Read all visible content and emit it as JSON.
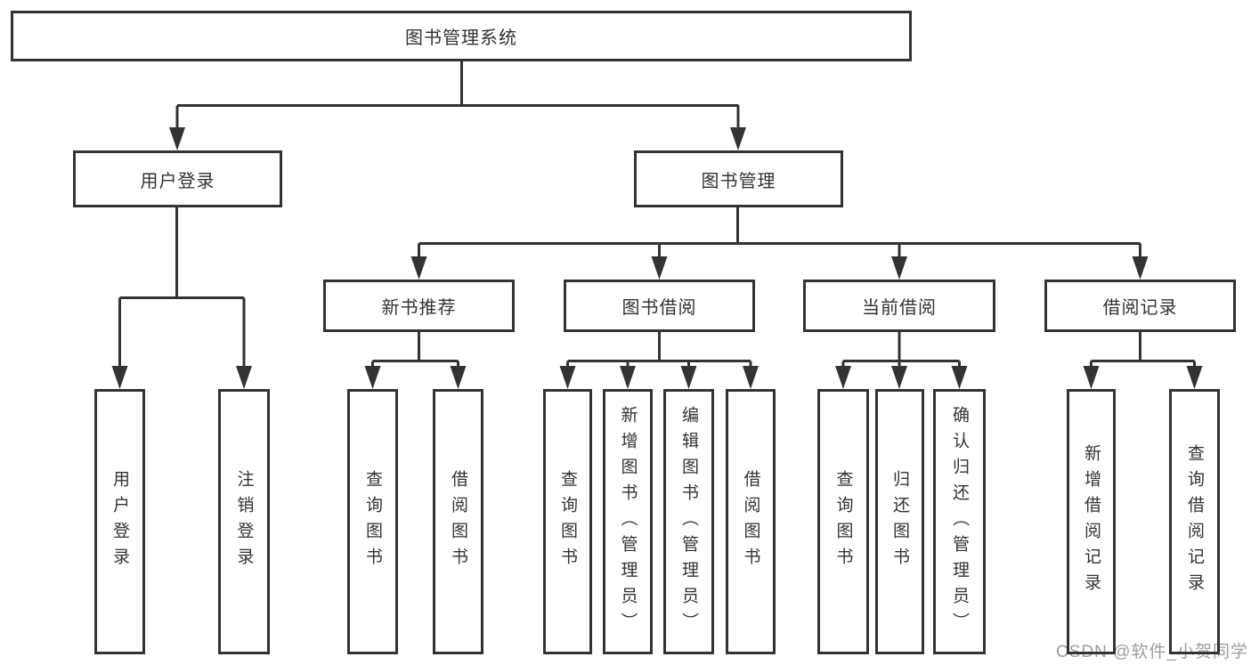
{
  "tree": {
    "label": "图书管理系统",
    "children": [
      {
        "label": "用户登录",
        "children": [
          {
            "label": "用户登录"
          },
          {
            "label": "注销登录"
          }
        ]
      },
      {
        "label": "图书管理",
        "children": [
          {
            "label": "新书推荐",
            "children": [
              {
                "label": "查询图书"
              },
              {
                "label": "借阅图书"
              }
            ]
          },
          {
            "label": "图书借阅",
            "children": [
              {
                "label": "查询图书"
              },
              {
                "label": "新增图书（管理员）"
              },
              {
                "label": "编辑图书（管理员）"
              },
              {
                "label": "借阅图书"
              }
            ]
          },
          {
            "label": "当前借阅",
            "children": [
              {
                "label": "查询图书"
              },
              {
                "label": "归还图书"
              },
              {
                "label": "确认归还（管理员）"
              }
            ]
          },
          {
            "label": "借阅记录",
            "children": [
              {
                "label": "新增借阅记录"
              },
              {
                "label": "查询借阅记录"
              }
            ]
          }
        ]
      }
    ]
  },
  "watermark": "CSDN @软件_小贺同学",
  "colors": {
    "line": "#333333",
    "text": "#333333",
    "watermark": "#9e9e9e",
    "background": "#ffffff"
  }
}
